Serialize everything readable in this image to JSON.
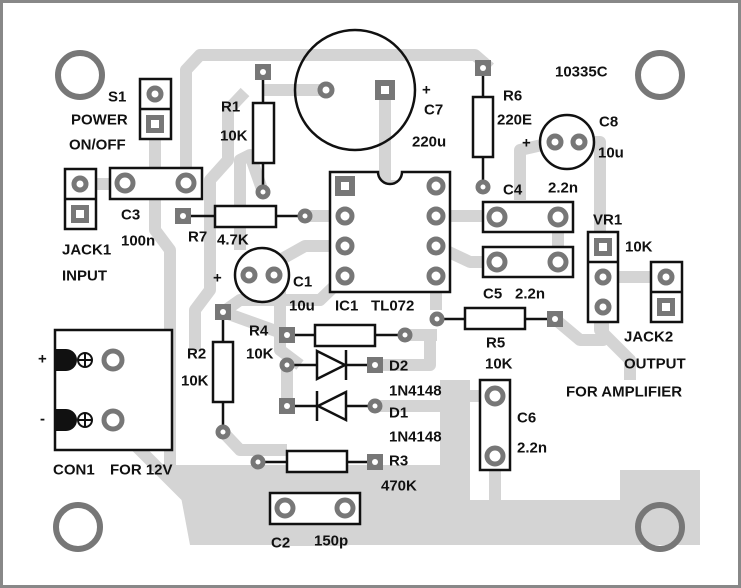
{
  "board_code": "10335C",
  "colors": {
    "trace": "#d4d4d4",
    "pad": "#777777",
    "silkscreen": "#111111",
    "border": "#888888"
  },
  "components": {
    "s1": {
      "ref": "S1",
      "desc1": "POWER",
      "desc2": "ON/OFF"
    },
    "r1": {
      "ref": "R1",
      "value": "10K"
    },
    "jack1": {
      "ref": "JACK1",
      "desc": "INPUT"
    },
    "c3": {
      "ref": "C3",
      "value": "100n"
    },
    "r7": {
      "ref": "R7",
      "value": "4.7K"
    },
    "c7": {
      "ref": "C7",
      "value": "220u",
      "polarity": "+"
    },
    "r6": {
      "ref": "R6",
      "value": "220E"
    },
    "c8": {
      "ref": "C8",
      "value": "10u",
      "polarity": "+"
    },
    "c4": {
      "ref": "C4",
      "value": "2.2n"
    },
    "vr1": {
      "ref": "VR1",
      "value": "10K"
    },
    "c1": {
      "ref": "C1",
      "value": "10u",
      "polarity": "+"
    },
    "ic1": {
      "ref": "IC1",
      "value": "TL072"
    },
    "c5": {
      "ref": "C5",
      "value": "2.2n"
    },
    "r5": {
      "ref": "R5",
      "value": "10K"
    },
    "jack2": {
      "ref": "JACK2",
      "desc1": "OUTPUT",
      "desc2": "FOR AMPLIFIER"
    },
    "r4": {
      "ref": "R4",
      "value": "10K"
    },
    "r2": {
      "ref": "R2",
      "value": "10K"
    },
    "d2": {
      "ref": "D2",
      "value": "1N4148"
    },
    "d1": {
      "ref": "D1",
      "value": "1N4148"
    },
    "c6": {
      "ref": "C6",
      "value": "2.2n"
    },
    "r3": {
      "ref": "R3",
      "value": "470K"
    },
    "con1": {
      "ref": "CON1",
      "desc": "FOR 12V",
      "plus": "+",
      "minus": "-"
    },
    "c2": {
      "ref": "C2",
      "value": "150p"
    }
  }
}
